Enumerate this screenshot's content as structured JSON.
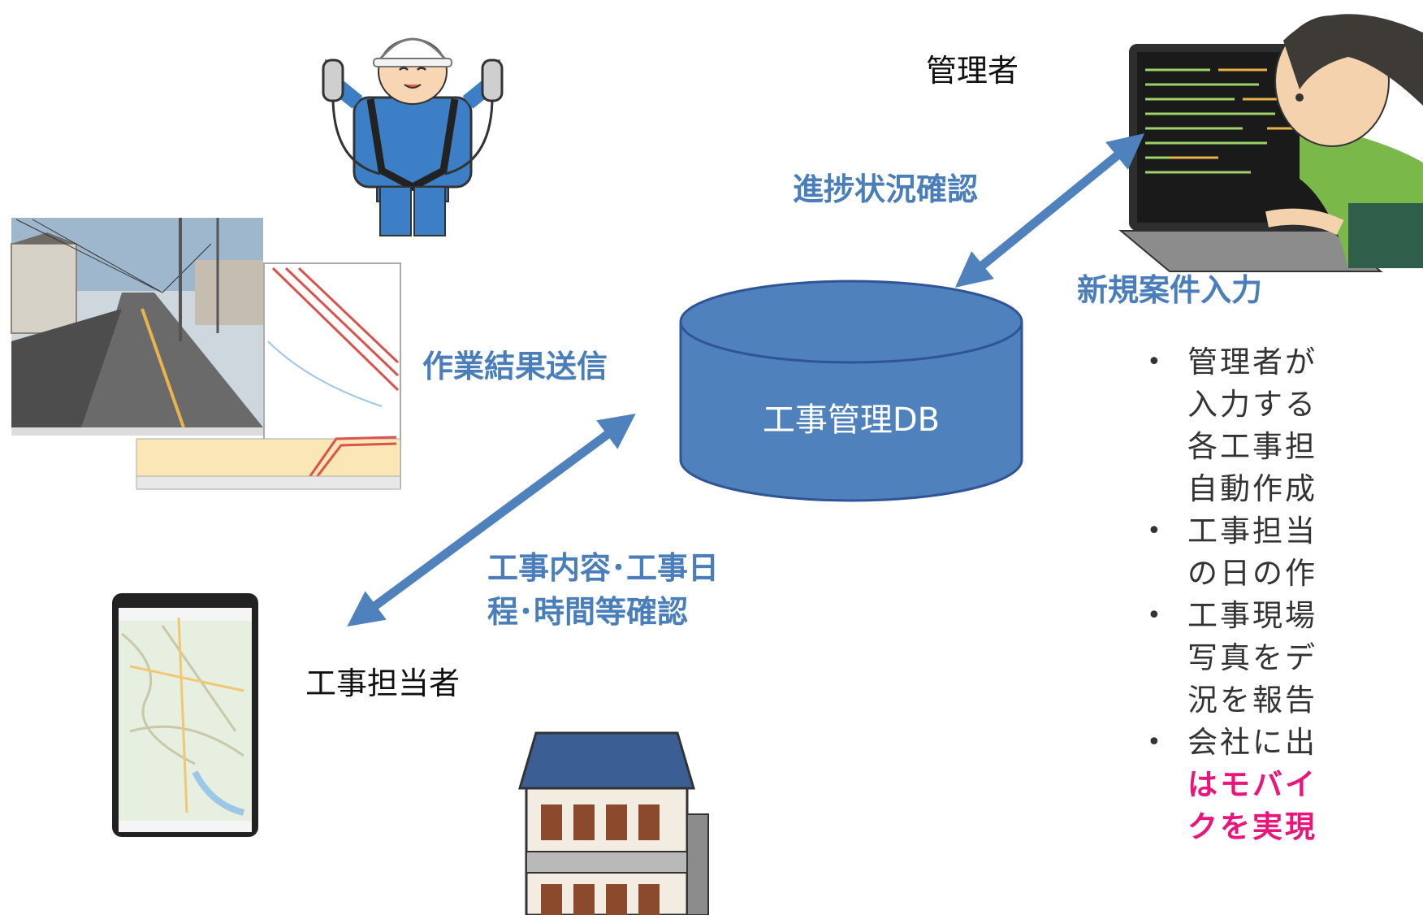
{
  "labels": {
    "manager": "管理者",
    "progress_check": "進捗状況確認",
    "new_case_input": "新規案件入力",
    "result_send": "作業結果送信",
    "db_name": "工事管理DB",
    "confirm_line1": "工事内容･工事日",
    "confirm_line2": "程･時間等確認",
    "worker": "工事担当者"
  },
  "bullets": [
    {
      "lines": [
        "管理者が",
        "入力する",
        "各工事担",
        "自動作成"
      ]
    },
    {
      "lines": [
        "工事担当",
        "の日の作"
      ]
    },
    {
      "lines": [
        "工事現場",
        "写真をデ",
        "況を報告"
      ]
    },
    {
      "lines": [
        "会社に出"
      ],
      "accent_lines": [
        "はモバイ",
        "クを実現"
      ]
    }
  ],
  "colors": {
    "label_blue": "#4a7ebb",
    "db_fill": "#4f81bd",
    "db_stroke": "#2f5597",
    "arrow": "#4f81bd",
    "accent_pink": "#e8157a"
  },
  "icons": [
    "construction-worker-icon",
    "street-camera-photo",
    "map-screenshot",
    "smartphone-map-icon",
    "apartment-building-icon",
    "programmer-laptop-icon",
    "database-cylinder-icon"
  ]
}
